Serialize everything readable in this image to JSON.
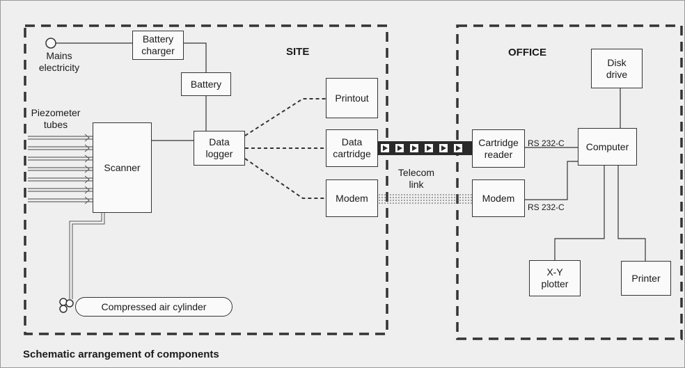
{
  "diagram": {
    "caption": "Schematic arrangement of components",
    "site_title": "SITE",
    "office_title": "OFFICE",
    "mains": "Mains\nelectricity",
    "battery_charger": "Battery\ncharger",
    "battery": "Battery",
    "piezometer": "Piezometer\ntubes",
    "scanner": "Scanner",
    "data_logger": "Data\nlogger",
    "printout": "Printout",
    "data_cartridge": "Data\ncartridge",
    "modem_site": "Modem",
    "compressed_air": "Compressed air cylinder",
    "telecom": "Telecom\nlink",
    "cartridge_reader": "Cartridge\nreader",
    "modem_office": "Modem",
    "rs232_top": "RS 232-C",
    "rs232_bottom": "RS 232-C",
    "computer": "Computer",
    "disk_drive": "Disk\ndrive",
    "xy_plotter": "X-Y\nplotter",
    "printer": "Printer"
  },
  "colors": {
    "background": "#efefef",
    "ink": "#333333",
    "box_fill": "#fafafa"
  }
}
